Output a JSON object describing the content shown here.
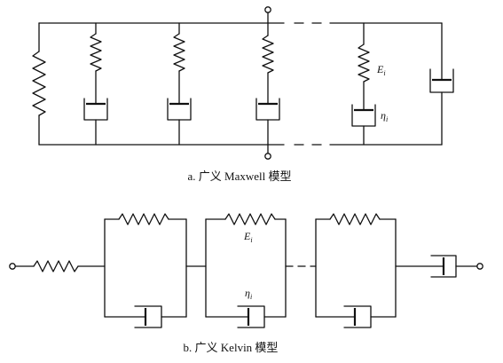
{
  "caption_a": "a. 广义 Maxwell 模型",
  "caption_b": "b. 广义 Kelvin 模型",
  "label_a_spring": "E",
  "label_a_spring_sub": "i",
  "label_a_dashpot": "η",
  "label_a_dashpot_sub": "i",
  "label_b_spring": "E",
  "label_b_spring_sub": "i",
  "label_b_dashpot": "η",
  "label_b_dashpot_sub": "i"
}
